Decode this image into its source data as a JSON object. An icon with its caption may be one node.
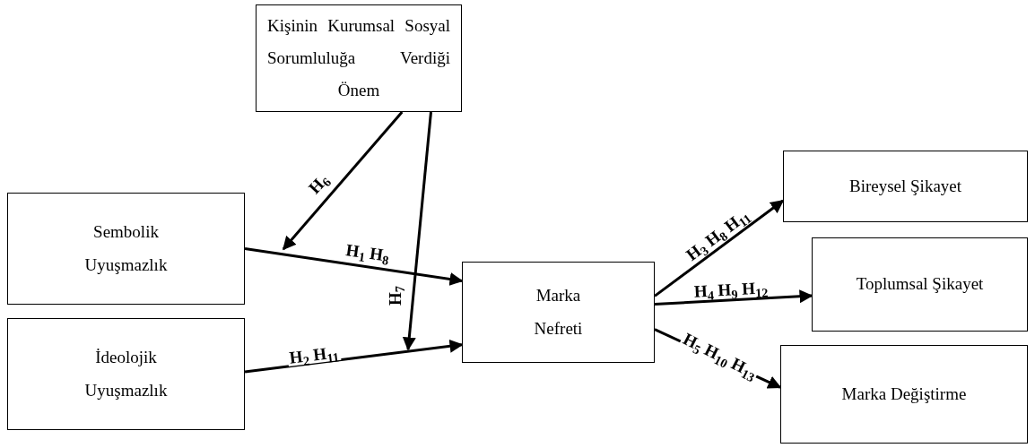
{
  "diagram": {
    "nodes": [
      {
        "text": [
          "Kişinin Kurumsal Sosyal Sorumluluğa Verdiği Önem"
        ]
      },
      {
        "text": [
          "Sembolik Uyuşmazlık"
        ]
      },
      {
        "text": [
          "İdeolojik Uyuşmazlık"
        ]
      },
      {
        "text": [
          "Marka Nefreti"
        ]
      },
      {
        "text": [
          "Bireysel Şikayet"
        ]
      },
      {
        "text": [
          "Toplumsal Şikayet"
        ]
      },
      {
        "text": [
          "Marka Değiştirme"
        ]
      }
    ],
    "edges": [
      {
        "from": 1,
        "to": 3,
        "arrow": "to",
        "label": "H$_{1}$ H$_{8}$"
      },
      {
        "from": 2,
        "to": 3,
        "arrow": "to",
        "label": "H$_{2}$ H$_{11}$"
      },
      {
        "from": 0,
        "to": null,
        "arrow": "to",
        "label": "H$_{6}$"
      },
      {
        "from": 0,
        "to": null,
        "arrow": "to",
        "label": "H$_{7}$"
      },
      {
        "from": 3,
        "to": 4,
        "arrow": "to",
        "label": "H$_{3}$ H$_{8}$ H$_{11}$"
      },
      {
        "from": 3,
        "to": 5,
        "arrow": "to",
        "label": "H$_{4}$ H$_{9}$ H$_{12}$"
      },
      {
        "from": 3,
        "to": 6,
        "arrow": "to",
        "label": "H$_{5}$ H$_{10}$ H$_{13}$"
      }
    ]
  }
}
